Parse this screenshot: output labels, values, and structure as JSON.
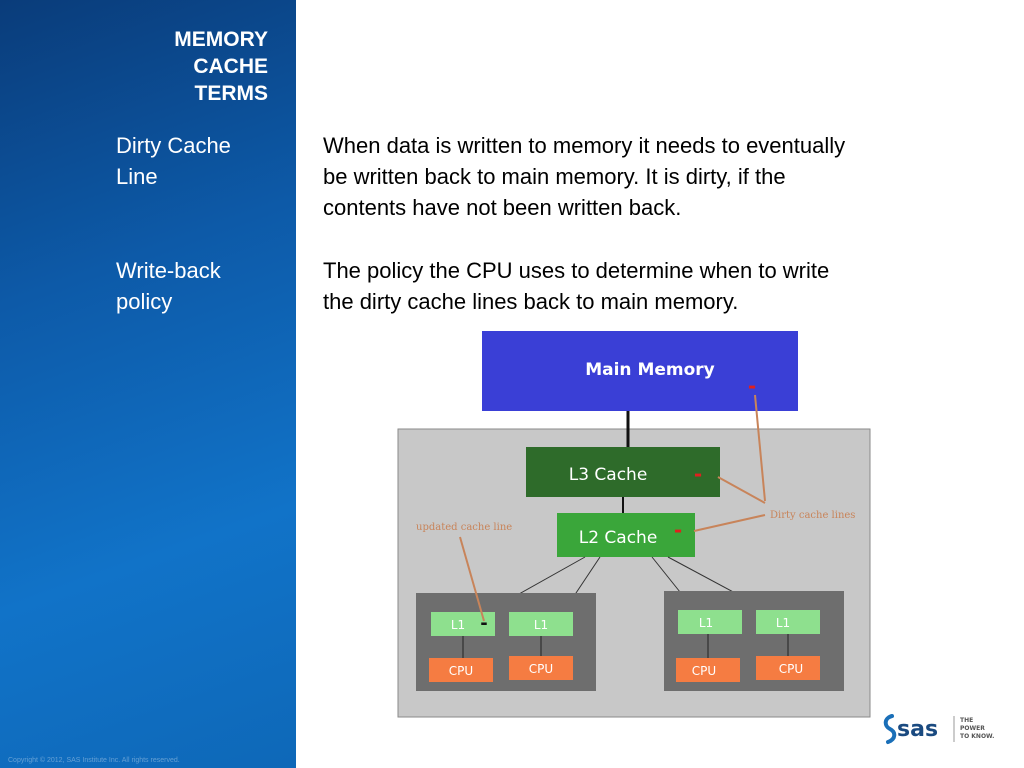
{
  "slide": {
    "title_lines": [
      "MEMORY",
      "CACHE",
      "TERMS"
    ],
    "copyright": "Copyright © 2012, SAS Institute Inc. All rights reserved."
  },
  "terms": [
    {
      "term_lines": [
        "Dirty Cache",
        "Line"
      ],
      "definition_lines": [
        "When data is written to memory it needs to eventually",
        "be written back to main memory.  It is dirty, if the",
        "contents have not been written back."
      ]
    },
    {
      "term_lines": [
        "Write-back",
        "policy"
      ],
      "definition_lines": [
        "The policy the CPU uses to determine when to write",
        "the dirty cache lines back to main memory."
      ]
    }
  ],
  "diagram": {
    "main_memory": "Main Memory",
    "l3": "L3 Cache",
    "l2": "L2 Cache",
    "l1": "L1",
    "cpu": "CPU",
    "annotation_updated": "updated cache line",
    "annotation_dirty": "Dirty cache lines",
    "dirty_mark": "-",
    "colors": {
      "main_memory": "#3a3fd6",
      "l3": "#2e6b2a",
      "l2": "#3aa63a",
      "l1": "#8ee08e",
      "cpu": "#f57c42",
      "annotation": "#c8845a",
      "dirty_mark": "#e0201e",
      "container": "#c8c8c8",
      "group": "#6e6e6e"
    }
  },
  "logo": {
    "brand": "sas",
    "tagline_lines": [
      "THE",
      "POWER",
      "TO KNOW."
    ]
  }
}
